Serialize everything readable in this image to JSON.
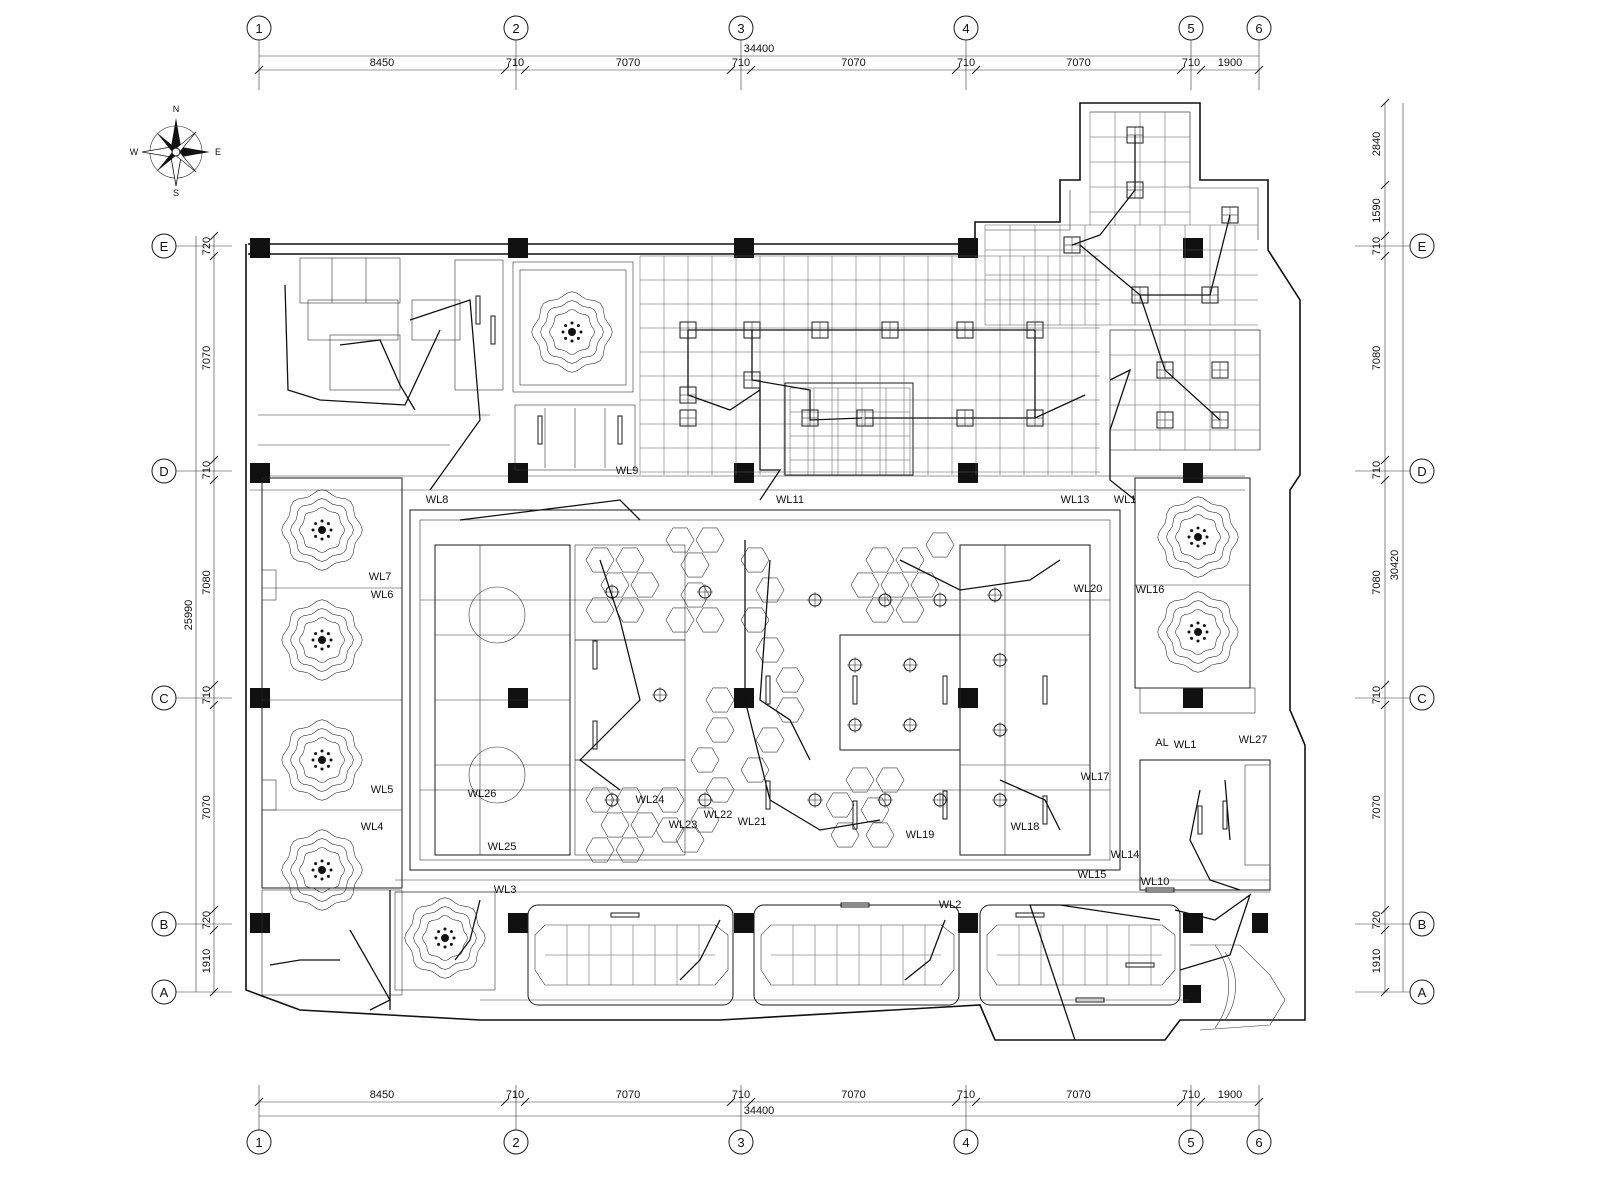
{
  "drawing": {
    "compass": {
      "north": "N",
      "south": "S",
      "east": "E",
      "west": "W"
    },
    "column_axes": [
      "1",
      "2",
      "3",
      "4",
      "5",
      "6"
    ],
    "row_axes": [
      "E",
      "D",
      "C",
      "B",
      "A"
    ],
    "top_dimensions": {
      "total": "34400",
      "segments": [
        "8450",
        "710",
        "7070",
        "710",
        "7070",
        "710",
        "7070",
        "710",
        "1900"
      ]
    },
    "bottom_dimensions": {
      "total": "34400",
      "segments": [
        "8450",
        "710",
        "7070",
        "710",
        "7070",
        "710",
        "7070",
        "710",
        "1900"
      ]
    },
    "left_dimensions": {
      "total": "25990",
      "segments": [
        "720",
        "7070",
        "710",
        "7080",
        "710",
        "7070",
        "720",
        "1910"
      ]
    },
    "right_dimensions": {
      "total": "30420",
      "segments": [
        "2840",
        "1590",
        "710",
        "7080",
        "710",
        "7080",
        "710",
        "7070",
        "720",
        "1910"
      ]
    },
    "circuit_labels": [
      "WL8",
      "WL9",
      "WL11",
      "WL13",
      "WL1",
      "WL7",
      "WL6",
      "WL5",
      "WL4",
      "WL3",
      "WL20",
      "WL16",
      "WL27",
      "WL1",
      "WL26",
      "WL24",
      "WL23",
      "WL22",
      "WL21",
      "WL19",
      "WL18",
      "WL17",
      "WL25",
      "WL14",
      "WL15",
      "WL10",
      "WL2",
      "AL"
    ]
  }
}
